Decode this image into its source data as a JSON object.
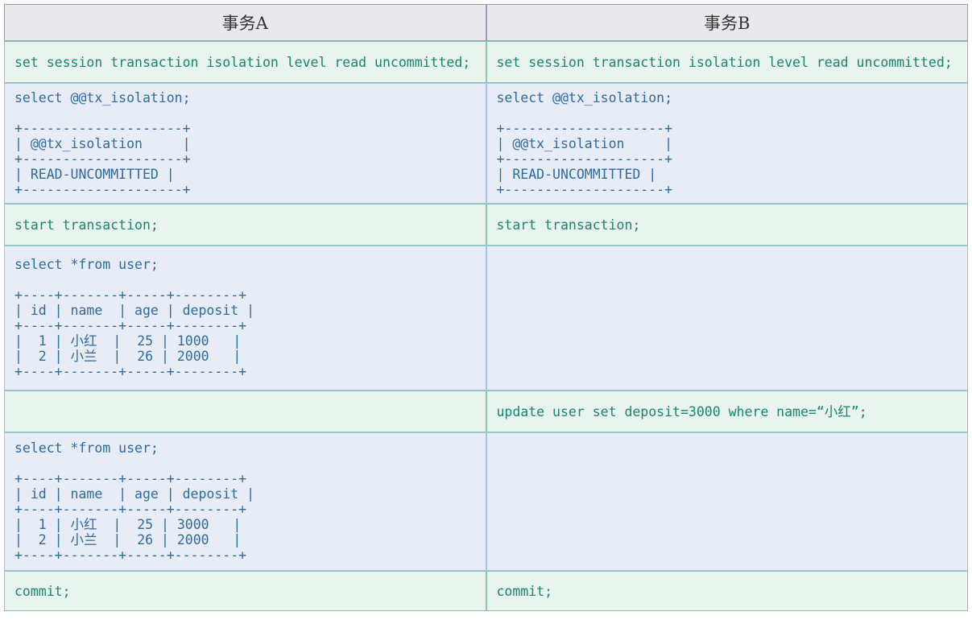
{
  "palette": {
    "header_bg": "#e9e9ed",
    "header_border": "#939db2",
    "header_text": "#333333",
    "green_row_bg": "#e9f4ee",
    "green_row_border": "#84caa6",
    "green_text": "#17866b",
    "blue_row_bg": "#e7ecf7",
    "blue_row_border": "#a9bfe8",
    "blue_text": "#2d6b9e"
  },
  "table": {
    "header": {
      "col_a": "事务A",
      "col_b": "事务B"
    },
    "rows": [
      {
        "type": "green",
        "a": "set session transaction isolation level read uncommitted;",
        "b": "set session transaction isolation level read uncommitted;"
      },
      {
        "type": "blue",
        "a": "select @@tx_isolation;\n\n+--------------------+\n| @@tx_isolation     |\n+--------------------+\n| READ-UNCOMMITTED |\n+--------------------+",
        "b": "select @@tx_isolation;\n\n+--------------------+\n| @@tx_isolation     |\n+--------------------+\n| READ-UNCOMMITTED |\n+--------------------+"
      },
      {
        "type": "green",
        "a": "start transaction;",
        "b": "start transaction;"
      },
      {
        "type": "blue",
        "a": "select *from user;\n\n+----+-------+-----+--------+\n| id | name  | age | deposit |\n+----+-------+-----+--------+\n|  1 | 小红  |  25 | 1000   |\n|  2 | 小兰  |  26 | 2000   |\n+----+-------+-----+--------+",
        "b": ""
      },
      {
        "type": "green",
        "a": "",
        "b": "update user set deposit=3000 where name=“小红”;"
      },
      {
        "type": "blue",
        "a": "select *from user;\n\n+----+-------+-----+--------+\n| id | name  | age | deposit |\n+----+-------+-----+--------+\n|  1 | 小红  |  25 | 3000   |\n|  2 | 小兰  |  26 | 2000   |\n+----+-------+-----+--------+",
        "b": ""
      },
      {
        "type": "green",
        "a": "commit;",
        "b": "commit;"
      }
    ]
  }
}
